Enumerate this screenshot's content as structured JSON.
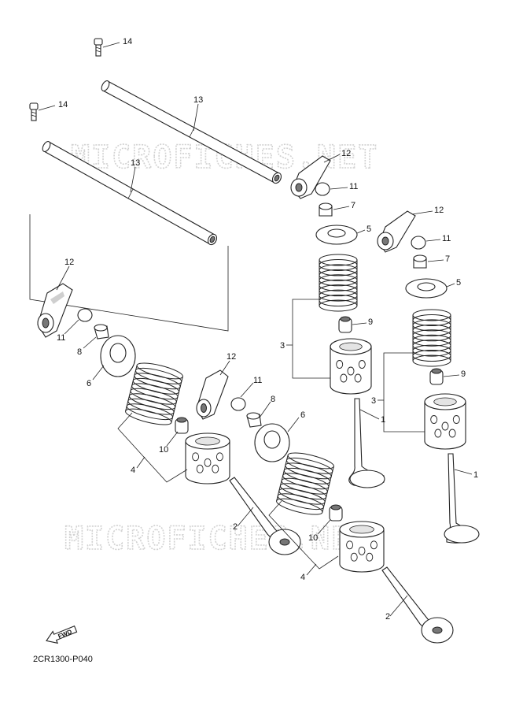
{
  "watermark": "MICROFICHES.NET",
  "diagram_code": "2CR1300-P040",
  "fwd_label": "FWD",
  "callouts": [
    "1",
    "2",
    "3",
    "4",
    "5",
    "6",
    "7",
    "8",
    "9",
    "10",
    "11",
    "12",
    "13",
    "14"
  ]
}
